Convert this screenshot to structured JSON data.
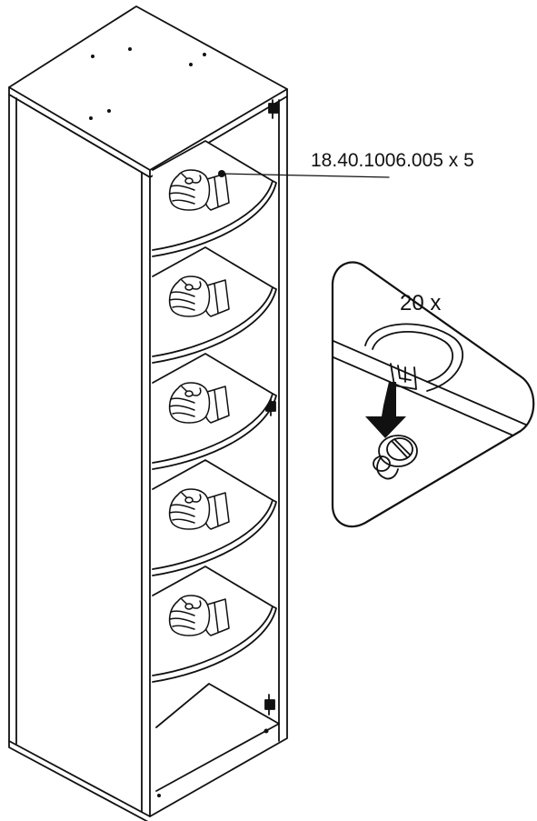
{
  "part_callout": {
    "code": "18.40.1006.005 x 5"
  },
  "detail_callout": {
    "quantity": "20 x",
    "icon": "cam-lock-fitting-detail",
    "arrow_icon": "insert-down-arrow-icon"
  },
  "colors": {
    "stroke": "#111111",
    "background": "#ffffff"
  },
  "hand_icon": "hand-tighten-icon",
  "shelf_count": 5
}
